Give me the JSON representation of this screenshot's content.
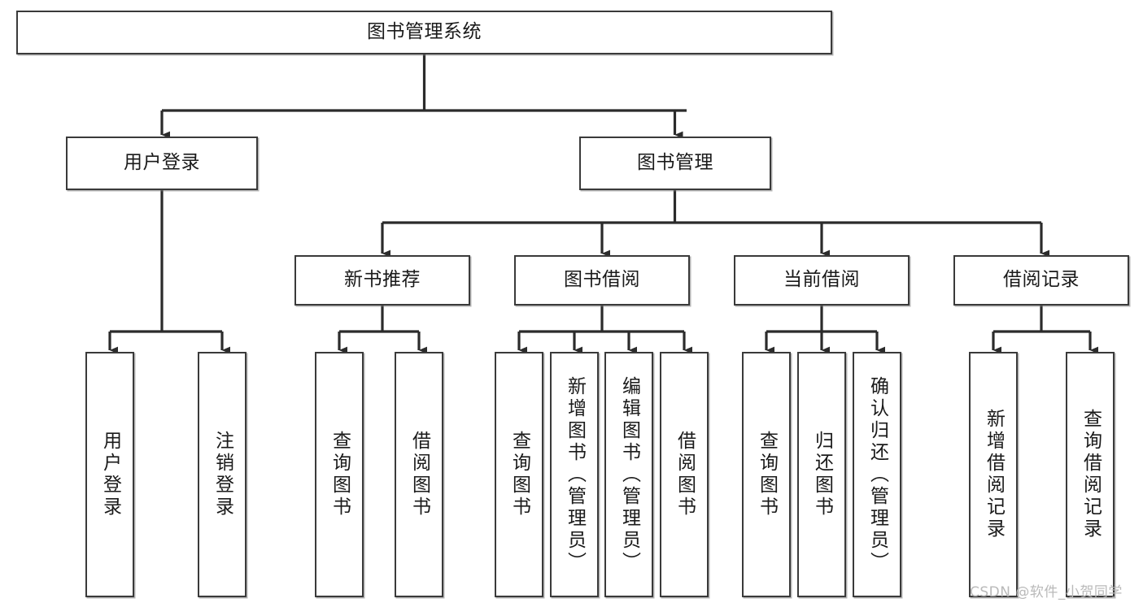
{
  "diagram": {
    "title": "图书管理系统",
    "watermark": "CSDN @软件_小贺同学",
    "style": {
      "box_border_color": "#3a3a3a",
      "box_fill": "#ffffff",
      "line_color": "#2b2b2b",
      "text_color": "#1a1a1a",
      "watermark_color": "#b9b9b9"
    },
    "levels": {
      "level1": [
        {
          "id": "root",
          "label": "图书管理系统"
        }
      ],
      "level2": [
        {
          "id": "user-login",
          "label": "用户登录"
        },
        {
          "id": "book-manage",
          "label": "图书管理"
        }
      ],
      "level3": [
        {
          "id": "new-book-rec",
          "label": "新书推荐",
          "parent": "book-manage"
        },
        {
          "id": "book-borrow",
          "label": "图书借阅",
          "parent": "book-manage"
        },
        {
          "id": "current-borrow",
          "label": "当前借阅",
          "parent": "book-manage"
        },
        {
          "id": "borrow-record",
          "label": "借阅记录",
          "parent": "book-manage"
        }
      ],
      "level4": [
        {
          "id": "leaf-user-login",
          "label": "用户登录",
          "parent": "user-login"
        },
        {
          "id": "leaf-logout",
          "label": "注销登录",
          "parent": "user-login"
        },
        {
          "id": "leaf-query-book-1",
          "label": "查询图书",
          "parent": "new-book-rec"
        },
        {
          "id": "leaf-borrow-book-1",
          "label": "借阅图书",
          "parent": "new-book-rec"
        },
        {
          "id": "leaf-query-book-2",
          "label": "查询图书",
          "parent": "book-borrow"
        },
        {
          "id": "leaf-add-book",
          "label": "新增图书（管理员）",
          "parent": "book-borrow"
        },
        {
          "id": "leaf-edit-book",
          "label": "编辑图书（管理员）",
          "parent": "book-borrow"
        },
        {
          "id": "leaf-borrow-book-2",
          "label": "借阅图书",
          "parent": "book-borrow"
        },
        {
          "id": "leaf-query-book-3",
          "label": "查询图书",
          "parent": "current-borrow"
        },
        {
          "id": "leaf-return-book",
          "label": "归还图书",
          "parent": "current-borrow"
        },
        {
          "id": "leaf-confirm-return",
          "label": "确认归还（管理员）",
          "parent": "current-borrow"
        },
        {
          "id": "leaf-add-record",
          "label": "新增借阅记录",
          "parent": "borrow-record"
        },
        {
          "id": "leaf-query-record",
          "label": "查询借阅记录",
          "parent": "borrow-record"
        }
      ]
    }
  }
}
